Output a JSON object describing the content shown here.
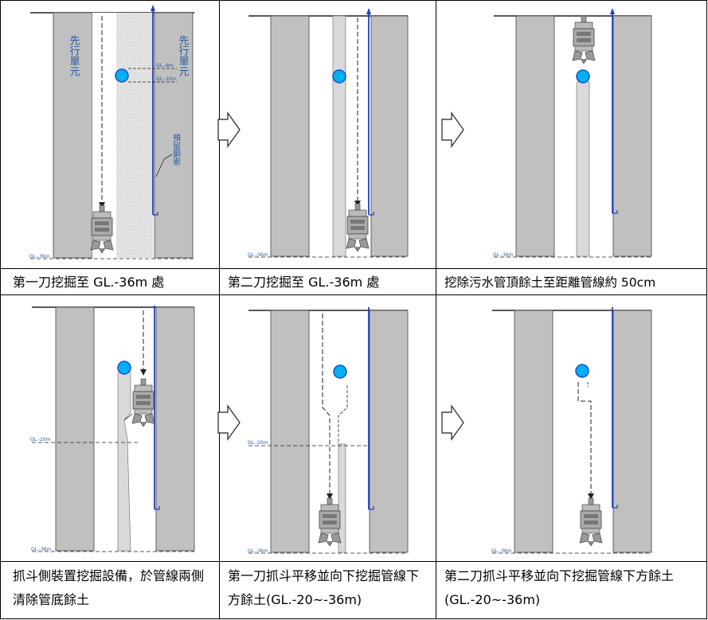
{
  "panels": [
    {
      "caption": "第一刀挖掘至 GL.-36m 處",
      "labels": {
        "unit_left": "先行單元",
        "unit_right": "先行單元",
        "cable": "預留鋼索",
        "gl8": "GL.-8m",
        "gl10": "GL.-10m",
        "gl36": "GL.-36m"
      }
    },
    {
      "caption": "第二刀挖掘至 GL.-36m 處",
      "labels": {
        "gl36": "GL.-36m"
      }
    },
    {
      "caption": "挖除污水管頂餘土至距離管線約 50cm",
      "labels": {
        "gl36": "GL.-36m"
      }
    },
    {
      "caption": "抓斗側裝置挖掘設備，於管線兩側清除管底餘土",
      "labels": {
        "gl20": "GL.-20m",
        "gl36": "GL.-36m"
      }
    },
    {
      "caption": "第一刀抓斗平移並向下挖掘管線下方餘土(GL.-20~-36m)",
      "labels": {
        "gl20": "GL.-20m",
        "gl36": "GL.-36m"
      }
    },
    {
      "caption": "第二刀抓斗平移並向下挖掘管線下方餘土(GL.-20~-36m)",
      "labels": {
        "gl36": "GL.-36m"
      }
    }
  ],
  "colors": {
    "wall": "#c0c0c0",
    "wall_edge": "#444444",
    "soil": "#d9d9d9",
    "cable": "#1f3fbf",
    "pipe": "#00b0f0",
    "pipe_ring": "#1a4fd0",
    "label_blue": "#2a5aa0",
    "border": "#000000"
  }
}
